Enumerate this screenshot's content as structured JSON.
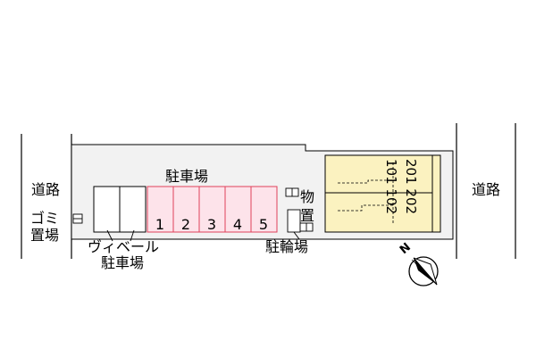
{
  "labels": {
    "road_left": "道路",
    "road_right": "道路",
    "parking_main": "駐車場",
    "garbage_line1": "ゴミ",
    "garbage_line2": "置場",
    "visitor_line1": "ヴィベール",
    "visitor_line2": "駐車場",
    "storage_char1": "物",
    "storage_char2": "置",
    "bicycle": "駐輪場",
    "north": "N"
  },
  "parking_spaces": [
    "1",
    "2",
    "3",
    "4",
    "5"
  ],
  "rooms": {
    "upper": "201 202",
    "lower": "101 102"
  },
  "colors": {
    "site_fill": "#f2f2f2",
    "building_fill": "#fbf2c0",
    "parking_stroke": "#e0405a",
    "parking_fill": "#fde3ea"
  }
}
